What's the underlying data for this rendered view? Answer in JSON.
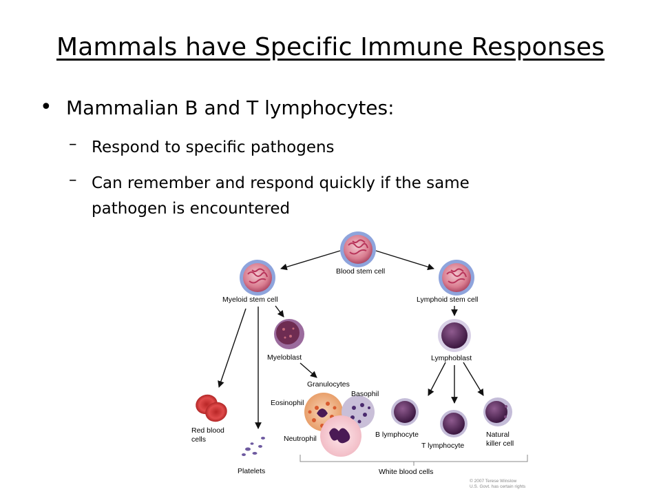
{
  "slide": {
    "title": "Mammals have Specific Immune Responses",
    "bullet": "Mammalian B and T lymphocytes:",
    "sub_bullets": [
      "Respond to specific pathogens",
      "Can remember and respond quickly if the same",
      "pathogen is encountered"
    ]
  },
  "diagram": {
    "labels": {
      "blood_stem_cell": "Blood stem cell",
      "myeloid_stem_cell": "Myeloid stem cell",
      "lymphoid_stem_cell": "Lymphoid stem cell",
      "myeloblast": "Myeloblast",
      "lymphoblast": "Lymphoblast",
      "granulocytes": "Granulocytes",
      "eosinophil": "Eosinophil",
      "basophil": "Basophil",
      "neutrophil": "Neutrophil",
      "red_blood_cells_1": "Red blood",
      "red_blood_cells_2": "cells",
      "platelets": "Platelets",
      "b_lymphocyte": "B lymphocyte",
      "t_lymphocyte": "T lymphocyte",
      "natural_killer_1": "Natural",
      "natural_killer_2": "killer cell",
      "white_blood_cells": "White blood cells",
      "credit_1": "© 2007 Terese Winslow",
      "credit_2": "U.S. Govt. has certain rights"
    }
  },
  "colors": {
    "stem_cell": "#c0436a",
    "stem_cell_ring": "#6f88c9",
    "lymph": "#5a2a5e",
    "rbc": "#d83c3c"
  }
}
